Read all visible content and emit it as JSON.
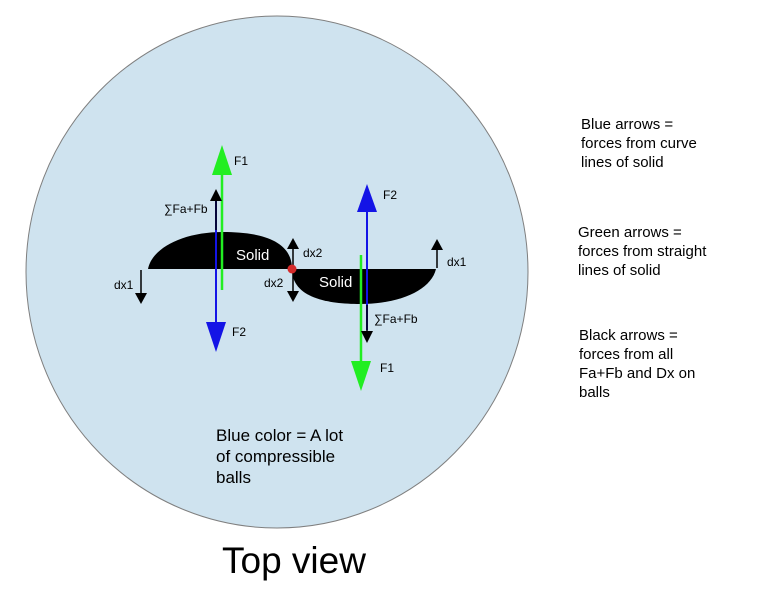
{
  "title": "Top view",
  "colors": {
    "balls_fill": "#cfe3ef",
    "circle_stroke": "#7f7f7f",
    "solid": "#000000",
    "curve_force_arrow": "#1414e6",
    "straight_force_arrow": "#22ee22",
    "net_force_arrow": "#000000",
    "contact_point": "#d52a2a"
  },
  "solids": [
    {
      "label": "Solid"
    },
    {
      "label": "Solid"
    }
  ],
  "force_labels": {
    "f1_left": "F1",
    "f2_left": "F2",
    "sum_left": "∑Fa+Fb",
    "f2_right": "F2",
    "f1_right": "F1",
    "sum_right": "∑Fa+Fb",
    "dx1_left": "dx1",
    "dx2_upper": "dx2",
    "dx2_lower": "dx2",
    "dx1_right": "dx1"
  },
  "legend": {
    "blue_arrows": [
      "Blue arrows =",
      "forces from curve",
      "lines of solid"
    ],
    "green_arrows": [
      "Green arrows =",
      "forces from straight",
      "lines of solid"
    ],
    "black_arrows": [
      "Black arrows =",
      "forces from all",
      "Fa+Fb and Dx on",
      "balls"
    ]
  },
  "balls_note": [
    "Blue color = A lot",
    "of compressible",
    "balls"
  ]
}
